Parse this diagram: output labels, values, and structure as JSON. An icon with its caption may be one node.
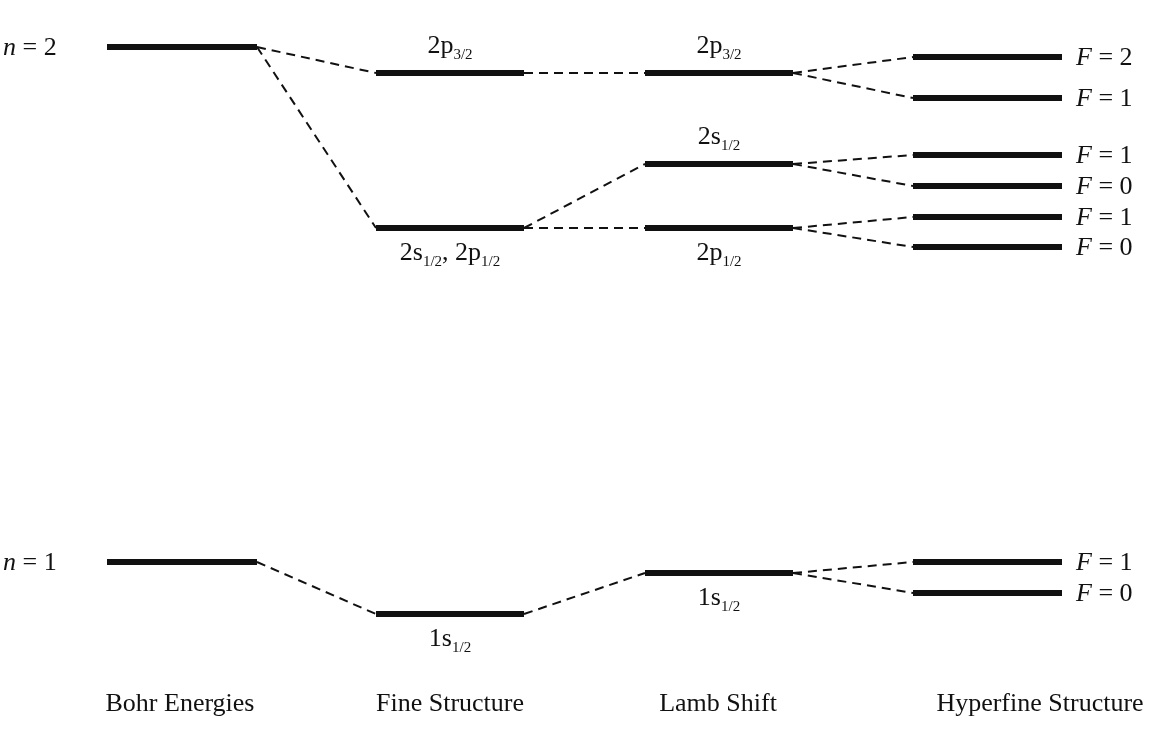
{
  "diagram": {
    "nodes": [
      {
        "text": [
          "*n* = 2"
        ]
      },
      {
        "text": [
          "2p$_{3/2}$"
        ]
      },
      {
        "text": [
          "2s$_{1/2}$, 2p$_{1/2}$"
        ]
      },
      {
        "text": [
          "2p$_{3/2}$"
        ]
      },
      {
        "text": [
          "2s$_{1/2}$"
        ]
      },
      {
        "text": [
          "2p$_{1/2}$"
        ]
      },
      {
        "text": [
          "*F* = 2"
        ]
      },
      {
        "text": [
          "*F* = 1"
        ]
      },
      {
        "text": [
          "*F* = 1"
        ]
      },
      {
        "text": [
          "*F* = 0"
        ]
      },
      {
        "text": [
          "*F* = 1"
        ]
      },
      {
        "text": [
          "*F* = 0"
        ]
      },
      {
        "text": [
          "*n* = 1"
        ]
      },
      {
        "text": [
          "1s$_{1/2}$"
        ]
      },
      {
        "text": [
          "1s$_{1/2}$"
        ]
      },
      {
        "text": [
          "*F* = 1"
        ]
      },
      {
        "text": [
          "*F* = 0"
        ]
      }
    ],
    "edges": [
      {
        "from": 0,
        "to": 1,
        "arrow": "none",
        "style": "dashed"
      },
      {
        "from": 0,
        "to": 2,
        "arrow": "none",
        "style": "dashed"
      },
      {
        "from": 1,
        "to": 3,
        "arrow": "none",
        "style": "dashed"
      },
      {
        "from": 2,
        "to": 4,
        "arrow": "none",
        "style": "dashed"
      },
      {
        "from": 2,
        "to": 5,
        "arrow": "none",
        "style": "dashed"
      },
      {
        "from": 3,
        "to": 6,
        "arrow": "none",
        "style": "dashed"
      },
      {
        "from": 3,
        "to": 7,
        "arrow": "none",
        "style": "dashed"
      },
      {
        "from": 4,
        "to": 8,
        "arrow": "none",
        "style": "dashed"
      },
      {
        "from": 4,
        "to": 9,
        "arrow": "none",
        "style": "dashed"
      },
      {
        "from": 5,
        "to": 10,
        "arrow": "none",
        "style": "dashed"
      },
      {
        "from": 5,
        "to": 11,
        "arrow": "none",
        "style": "dashed"
      },
      {
        "from": 12,
        "to": 13,
        "arrow": "none",
        "style": "dashed"
      },
      {
        "from": 13,
        "to": 14,
        "arrow": "none",
        "style": "dashed"
      },
      {
        "from": 14,
        "to": 15,
        "arrow": "none",
        "style": "dashed"
      },
      {
        "from": 14,
        "to": 16,
        "arrow": "none",
        "style": "dashed"
      }
    ],
    "labels": [
      "Bohr Energies",
      "Fine Structure",
      "Lamb Shift",
      "Hyperfine Structure"
    ]
  }
}
